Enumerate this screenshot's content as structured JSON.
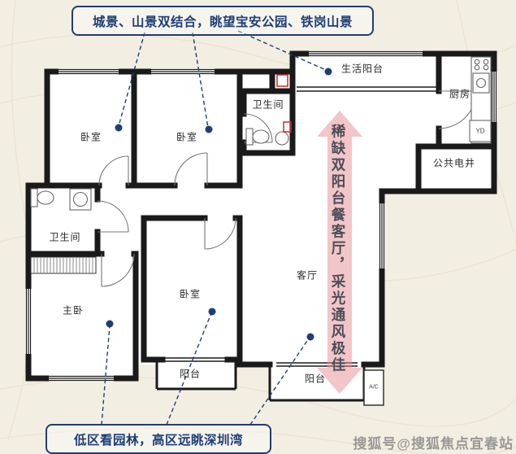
{
  "annotations": {
    "top_box": "城景、山景双结合，眺望宝安公园、铁岗山景",
    "bottom_box": "低区看园林，高区远眺深圳湾",
    "vertical_note": "稀缺双阳台餐客厅，采光通风极佳"
  },
  "rooms": {
    "bedroom_top_left": "卧室",
    "bedroom_top_mid": "卧室",
    "bathroom_top": "卫生间",
    "life_balcony": "生活阳台",
    "kitchen": "厨房",
    "electric_shaft": "公共电井",
    "bathroom_left": "卫生间",
    "master_bedroom": "主卧",
    "bedroom_bottom": "卧室",
    "living_room": "客厅",
    "balcony_bottom_left": "阳台",
    "balcony_bottom_right": "阳台"
  },
  "plan_marks": {
    "flue": "YD",
    "ac": "A/C"
  },
  "watermark": "搜狐号@搜狐焦点宜春站",
  "colors": {
    "background": "#f3eee2",
    "wall_black": "#1a1a1a",
    "accent_navy": "#1d3e78",
    "arrow_pink": "#e78f98",
    "red_mark": "#cc2a2a"
  }
}
